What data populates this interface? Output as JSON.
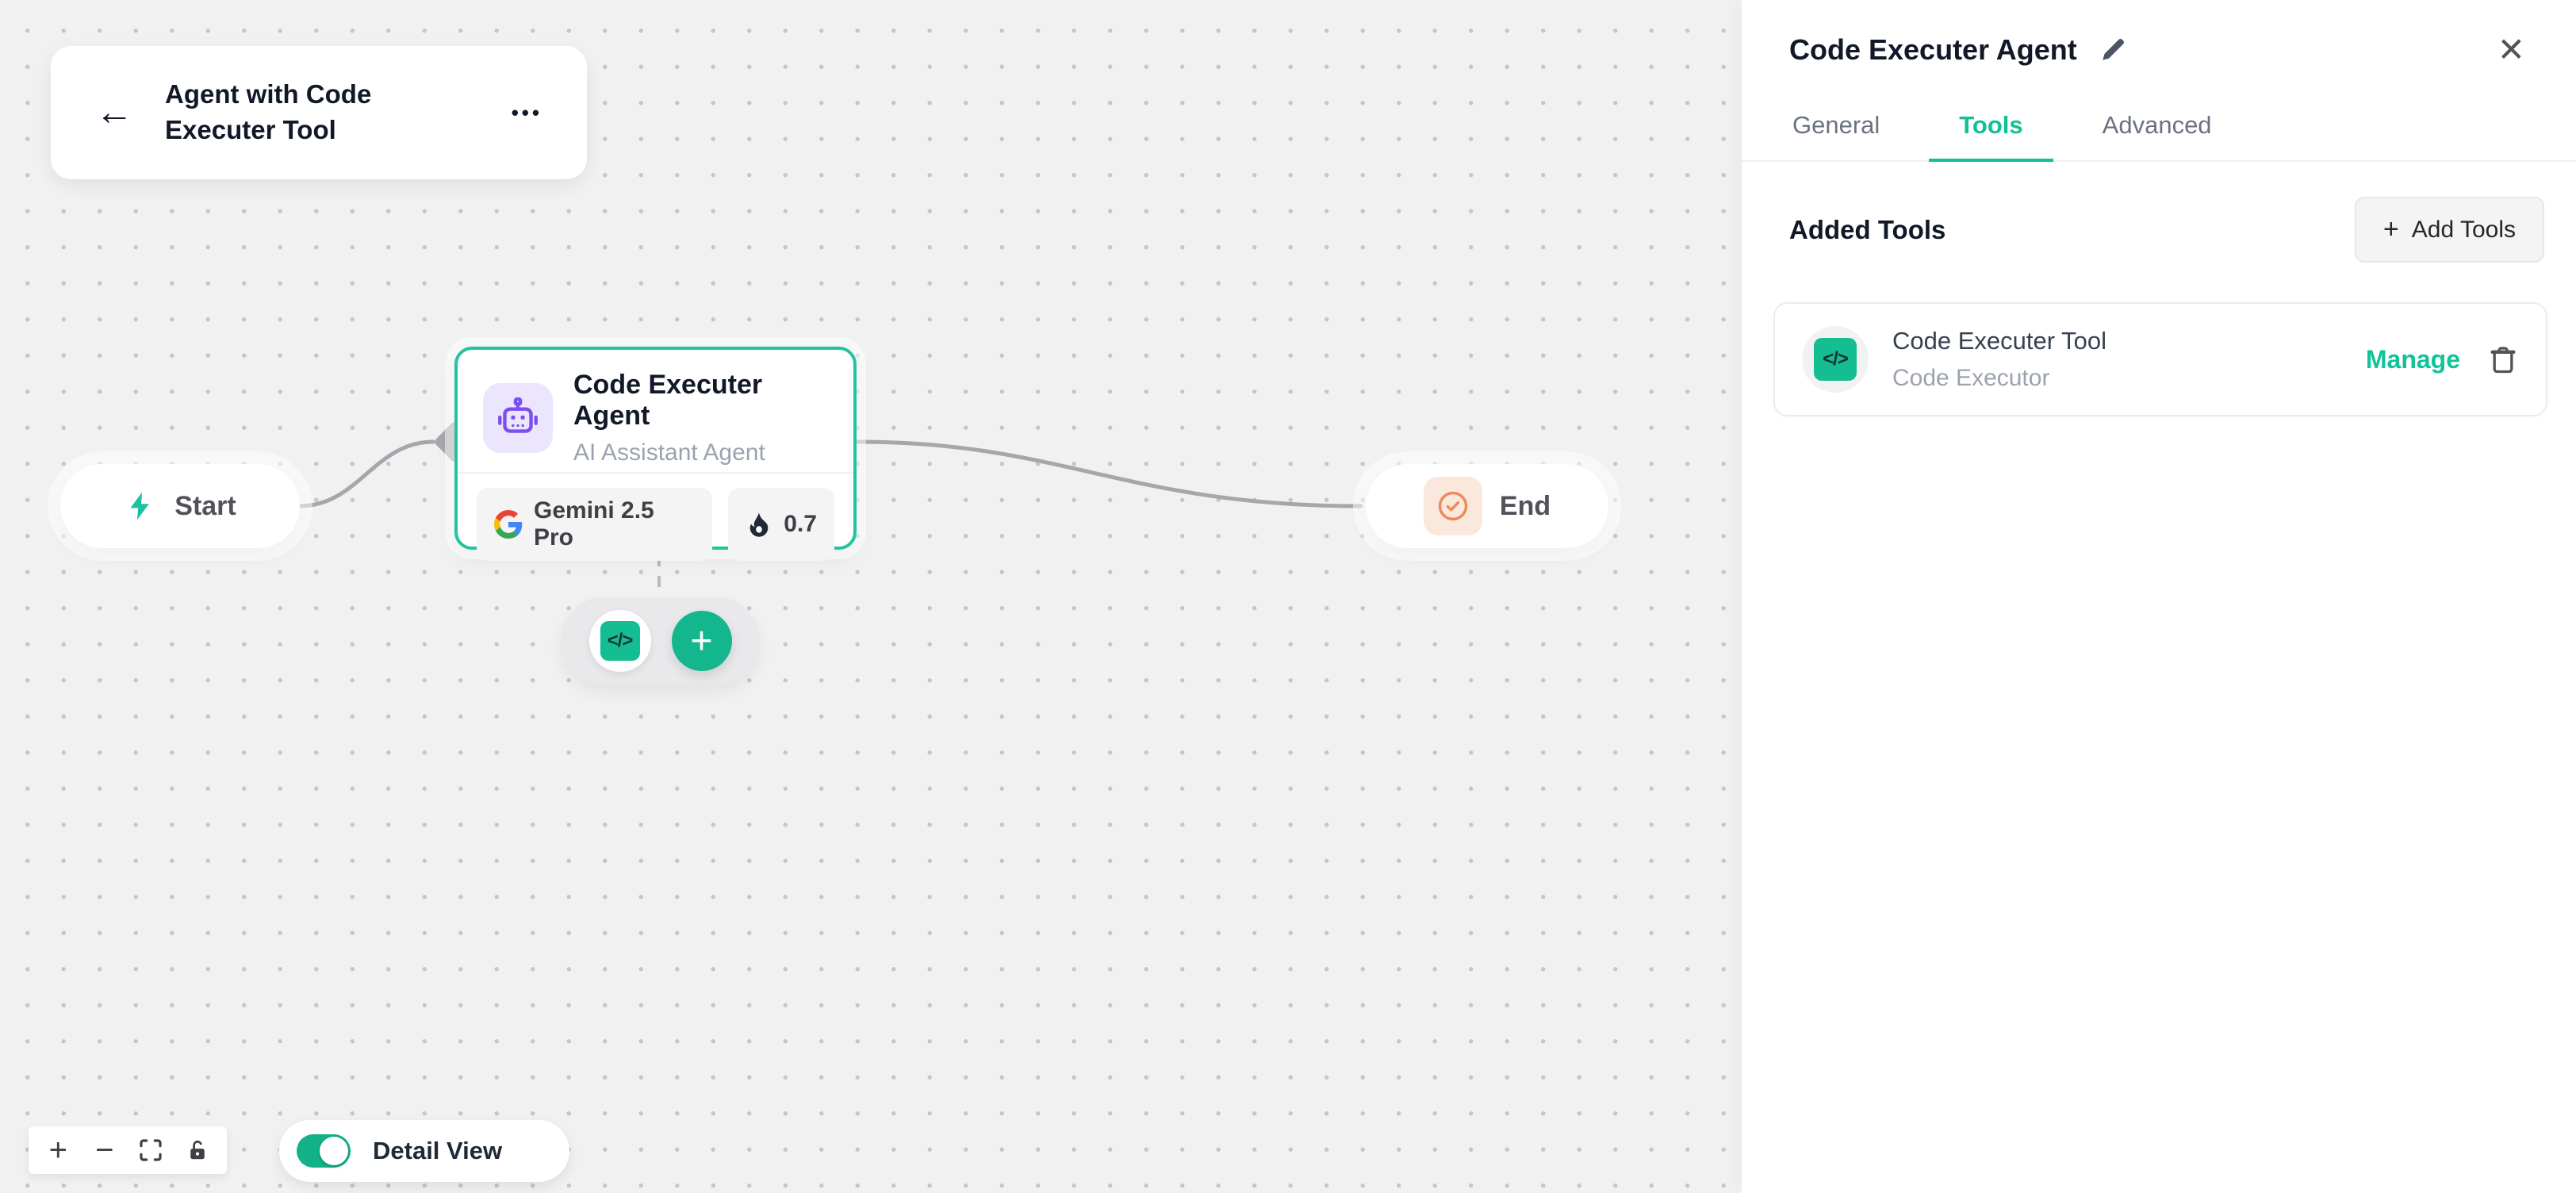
{
  "colors": {
    "accent": "#12B98C",
    "node_border": "#23C39F",
    "agent_purple": "#7C4DF0",
    "end_orange": "#EF8A5F"
  },
  "icons": {
    "back_arrow": "←",
    "menu_dots": "•••",
    "close": "✕",
    "plus": "+",
    "minus": "−",
    "code_glyph": "</>"
  },
  "canvas": {
    "flow_card": {
      "title": "Agent with Code Executer Tool"
    },
    "start_node": {
      "label": "Start"
    },
    "agent_node": {
      "title": "Code Executer Agent",
      "subtitle": "AI Assistant Agent",
      "model": "Gemini 2.5 Pro",
      "temperature": "0.7"
    },
    "end_node": {
      "label": "End"
    },
    "detail_toggle": {
      "label": "Detail View",
      "state": "on"
    }
  },
  "panel": {
    "title": "Code Executer Agent",
    "tabs": [
      {
        "label": "General"
      },
      {
        "label": "Tools"
      },
      {
        "label": "Advanced"
      }
    ],
    "active_tab": "Tools",
    "added_tools_heading": "Added Tools",
    "add_tools_button": "Add Tools",
    "tools": [
      {
        "name": "Code Executer Tool",
        "type": "Code Executor",
        "action": "Manage"
      }
    ]
  }
}
